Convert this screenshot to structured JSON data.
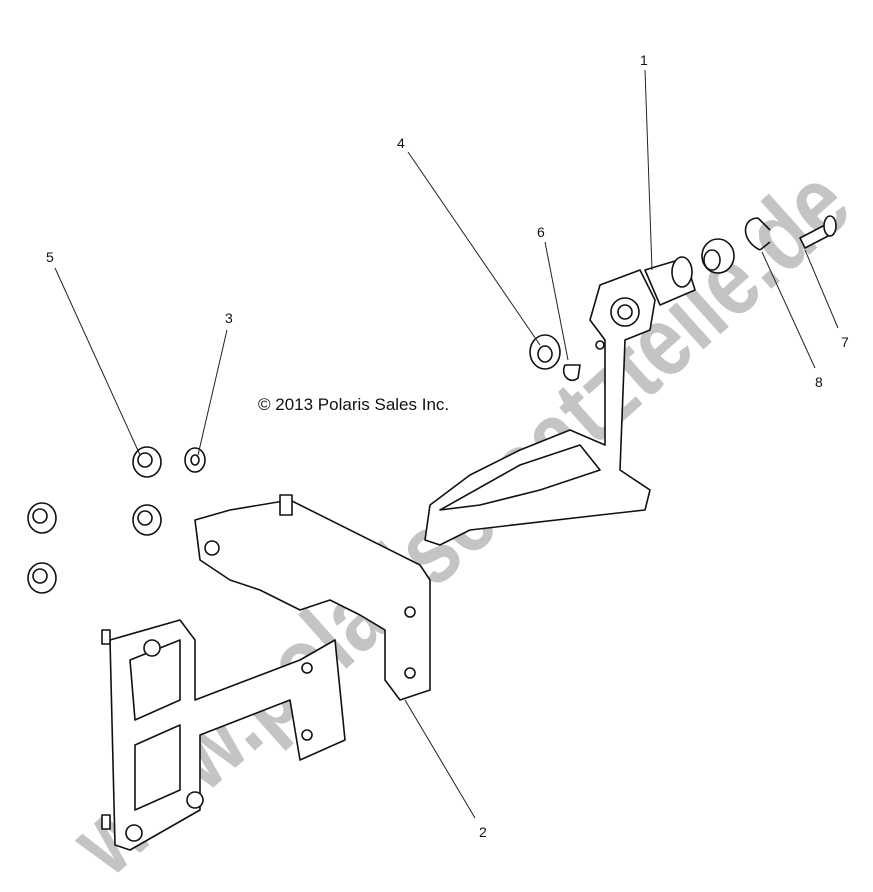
{
  "copyright": "© 2013 Polaris Sales Inc.",
  "watermark": "www.polarisersatzteile.de",
  "watermark_color": "#c4c4c4",
  "callouts": [
    "1",
    "2",
    "3",
    "4",
    "5",
    "6",
    "7",
    "8"
  ]
}
